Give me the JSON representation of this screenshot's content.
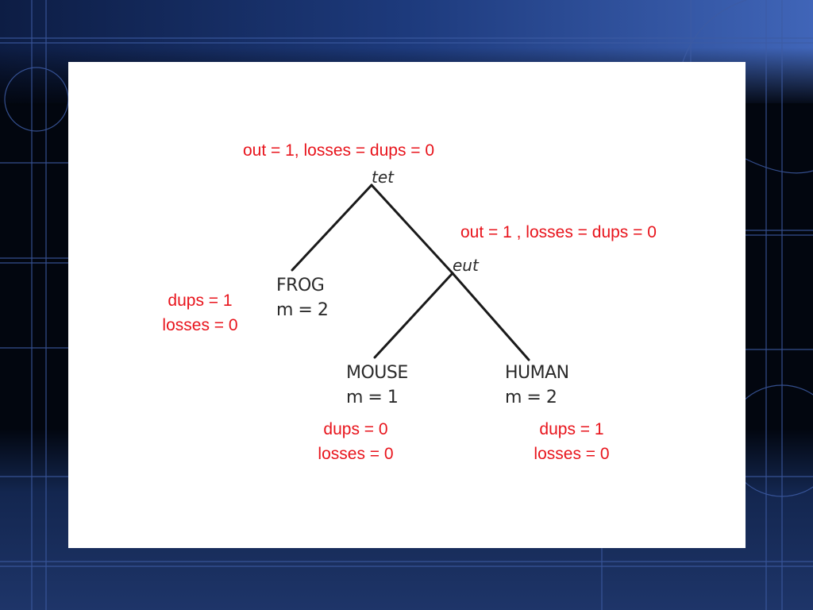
{
  "diagram": {
    "internal_nodes": {
      "root": "tet",
      "inner": "eut"
    },
    "leaves": [
      {
        "name": "FROG",
        "m": "m = 2"
      },
      {
        "name": "MOUSE",
        "m": "m = 1"
      },
      {
        "name": "HUMAN",
        "m": "m = 2"
      }
    ],
    "annotations": {
      "root": "out = 1, losses = dups = 0",
      "eut": "out = 1 , losses = dups = 0",
      "frog": [
        "dups = 1",
        "losses = 0"
      ],
      "mouse": [
        "dups = 0",
        "losses = 0"
      ],
      "human": [
        "dups = 1",
        "losses = 0"
      ]
    },
    "colors": {
      "annotation": "#e8141c",
      "tree": "#1a1a1a",
      "background": "#02060f",
      "panel": "#ffffff"
    }
  }
}
